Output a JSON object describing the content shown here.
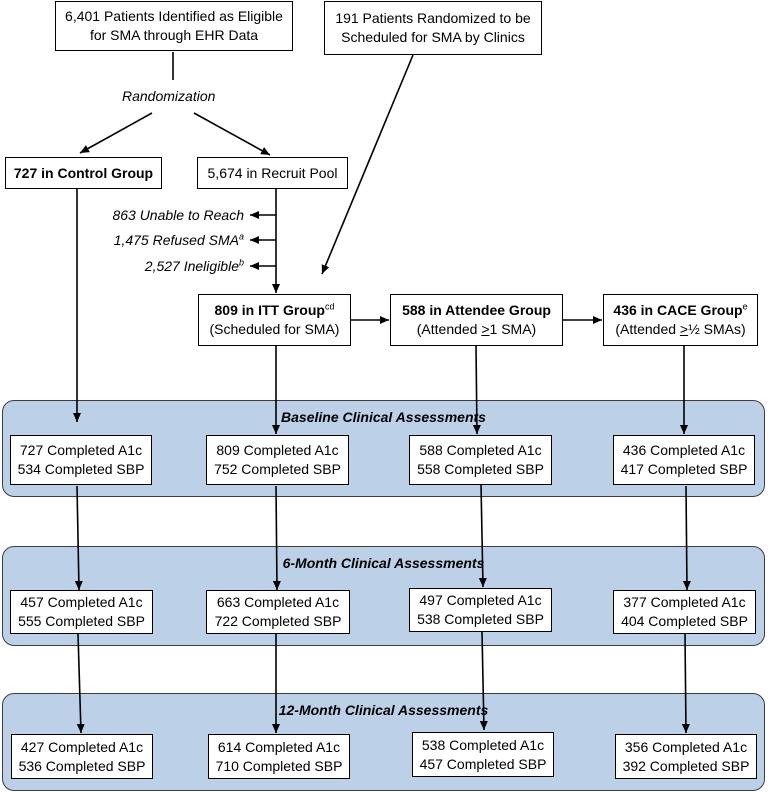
{
  "top_left": {
    "line1": "6,401 Patients Identified as Eligible",
    "line2": "for SMA through EHR Data"
  },
  "top_right": {
    "line1": "191 Patients Randomized to be",
    "line2": "Scheduled for SMA by Clinics"
  },
  "randomization": "Randomization",
  "control": {
    "count": "727",
    "text": "in Control Group"
  },
  "recruit_pool": "5,674 in Recruit Pool",
  "exclusions": [
    {
      "text": "863 Unable to Reach",
      "sup": ""
    },
    {
      "text": "1,475 Refused SMA",
      "sup": "a"
    },
    {
      "text": "2,527 Ineligible",
      "sup": "b"
    }
  ],
  "itt": {
    "bold": "809 in ITT Group",
    "sup": "cd",
    "sub": "(Scheduled for SMA)"
  },
  "attendee": {
    "bold": "588 in Attendee Group",
    "sub_pre": "(Attended ",
    "sub_u": ">",
    "sub_post": "1 SMA)"
  },
  "cace": {
    "bold": "436 in CACE Group",
    "sup": "e",
    "sub_pre": "(Attended ",
    "sub_u": ">",
    "sub_post": "½ SMAs)"
  },
  "bands": [
    {
      "title": "Baseline Clinical Assessments",
      "cells": [
        [
          "727 Completed A1c",
          "534 Completed SBP"
        ],
        [
          "809 Completed A1c",
          "752 Completed SBP"
        ],
        [
          "588 Completed A1c",
          "558 Completed SBP"
        ],
        [
          "436 Completed A1c",
          "417 Completed SBP"
        ]
      ]
    },
    {
      "title": "6-Month Clinical Assessments",
      "cells": [
        [
          "457 Completed A1c",
          "555 Completed SBP"
        ],
        [
          "663 Completed A1c",
          "722 Completed SBP"
        ],
        [
          "497 Completed A1c",
          "538 Completed SBP"
        ],
        [
          "377 Completed A1c",
          "404 Completed SBP"
        ]
      ]
    },
    {
      "title": "12-Month Clinical Assessments",
      "cells": [
        [
          "427 Completed A1c",
          "536 Completed SBP"
        ],
        [
          "614 Completed A1c",
          "710 Completed SBP"
        ],
        [
          "538 Completed A1c",
          "457 Completed SBP"
        ],
        [
          "356 Completed A1c",
          "392 Completed SBP"
        ]
      ]
    }
  ]
}
